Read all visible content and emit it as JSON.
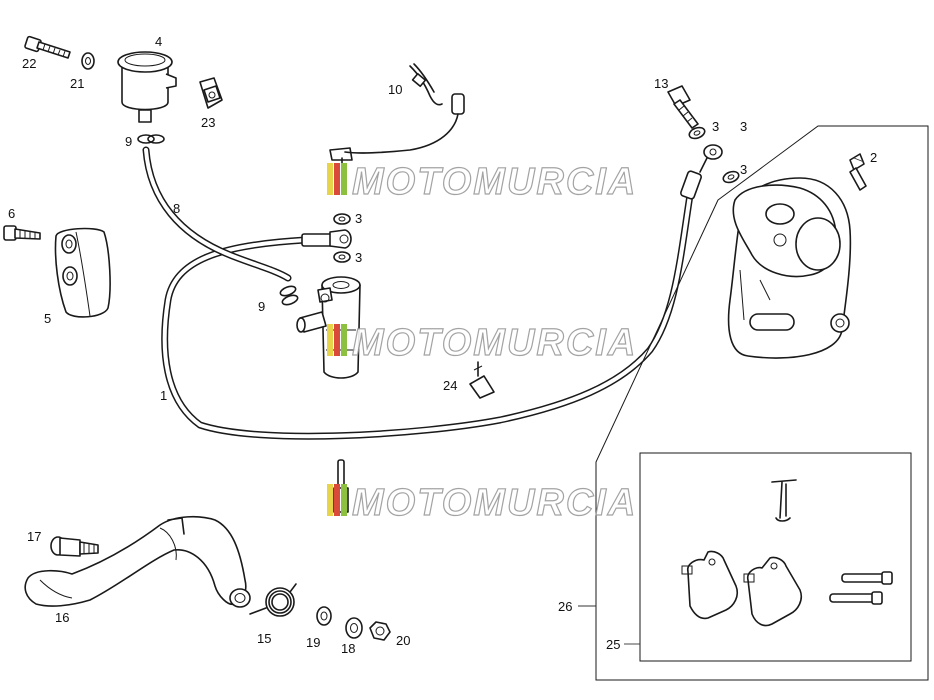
{
  "diagram": {
    "callouts": [
      "1",
      "2",
      "3",
      "3",
      "3",
      "3",
      "3",
      "4",
      "5",
      "6",
      "8",
      "9",
      "9",
      "10",
      "13",
      "15",
      "16",
      "17",
      "18",
      "19",
      "20",
      "21",
      "22",
      "23",
      "24",
      "25",
      "26"
    ]
  },
  "watermark": {
    "text": "MOTOMURCIA",
    "colors": {
      "stripe1": "#e8d44a",
      "stripe2": "#d94a3a",
      "stripe3": "#8dc03f",
      "outline": "#9a9a9a"
    }
  }
}
